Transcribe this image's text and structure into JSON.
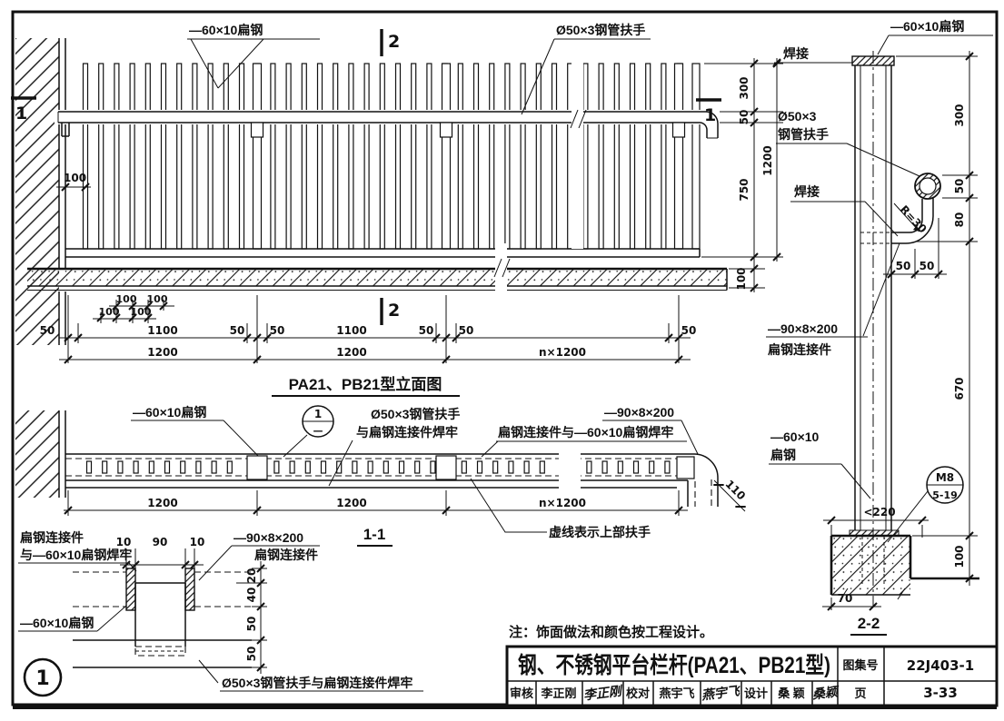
{
  "elevation": {
    "title": "PA21、PB21型立面图",
    "labels": {
      "flat_steel": "—60×10扁钢",
      "handrail": "Ø50×3钢管扶手"
    },
    "markers": {
      "m1": "1",
      "m2": "2"
    },
    "dims": {
      "d50": "50",
      "d100": "100",
      "d300": "300",
      "d750": "750",
      "d1100": "1100",
      "d1200": "1200",
      "dn1200": "n×1200"
    }
  },
  "section11": {
    "title": "1-1",
    "labels": {
      "flat_steel": "—60×10扁钢",
      "handrail_weld1": "Ø50×3钢管扶手",
      "handrail_weld2": "与扁钢连接件焊牢",
      "connector_size": "—90×8×200",
      "connector_weld": "扁钢连接件与—60×10扁钢焊牢",
      "dashed_note": "虚线表示上部扶手"
    },
    "callout": {
      "num": "1",
      "sheet": "—"
    },
    "dims": {
      "d1200": "1200",
      "dn1200": "n×1200",
      "d110": "110"
    }
  },
  "detail1": {
    "callout": "1",
    "labels": {
      "connector_l1": "扁钢连接件",
      "connector_l2": "与—60×10扁钢焊牢",
      "connector_size": "—90×8×200",
      "connector_name": "扁钢连接件",
      "flat_steel": "—60×10扁钢",
      "pipe_weld": "Ø50×3钢管扶手与扁钢连接件焊牢"
    },
    "dims": {
      "d10": "10",
      "d90": "90",
      "d20": "20",
      "d40": "40",
      "d50": "50"
    }
  },
  "section22": {
    "title": "2-2",
    "labels": {
      "weld_top": "焊接",
      "weld_mid": "焊接",
      "flat_steel_top": "—60×10扁钢",
      "pipe_l1": "Ø50×3",
      "pipe_l2": "钢管扶手",
      "radius": "R=30",
      "connector_size": "—90×8×200",
      "connector_name": "扁钢连接件",
      "flat_steel_l1": "—60×10",
      "flat_steel_l2": "扁钢",
      "bolt_top": "M8",
      "bolt_bottom": "5-19"
    },
    "dims": {
      "d300": "300",
      "d50": "50",
      "d80": "80",
      "d670": "670",
      "d100": "100",
      "d220": "<220",
      "d70": "70"
    }
  },
  "note": "注：饰面做法和颜色按工程设计。",
  "titleblock": {
    "title": "钢、不锈钢平台栏杆(PA21、PB21型)",
    "atlas_label": "图集号",
    "atlas_no": "22J403-1",
    "page_label": "页",
    "page_no": "3-33",
    "review_label": "审核",
    "reviewer": "李正刚",
    "reviewer_sig": "李正刚",
    "check_label": "校对",
    "checker": "燕宇飞",
    "checker_sig": "燕宇飞",
    "design_label": "设计",
    "designer": "桑 颖",
    "designer_sig": "桑颖"
  }
}
